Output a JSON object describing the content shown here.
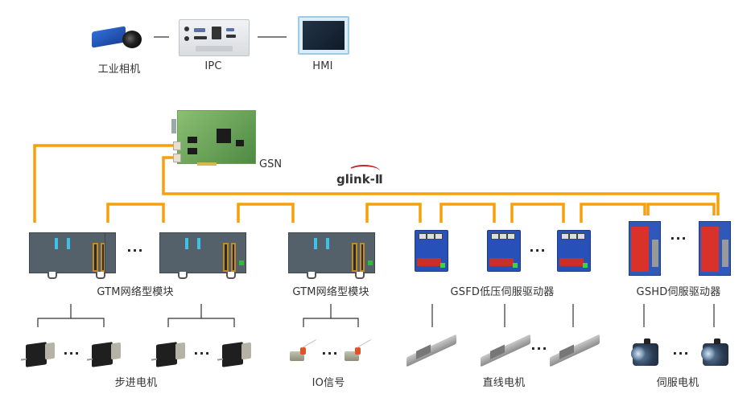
{
  "diagram": {
    "title": "glink-II network topology",
    "wire_color": "#F5A00C",
    "thin_line_color": "#333333",
    "top_row": {
      "devices": [
        {
          "id": "camera",
          "label": "工业相机"
        },
        {
          "id": "ipc",
          "label": "IPC"
        },
        {
          "id": "hmi",
          "label": "HMI"
        }
      ]
    },
    "controller": {
      "label": "GSN"
    },
    "bus_logo": {
      "text": "glink-Ⅱ",
      "arc_color": "#C0272D"
    },
    "module_groups": [
      {
        "id": "gtm-group-1",
        "label": "GTM网络型模块",
        "ellipsis": "···"
      },
      {
        "id": "gtm-group-2",
        "label": "GTM网络型模块"
      },
      {
        "id": "gsfd-group",
        "label": "GSFD低压伺服驱动器",
        "ellipsis": "···"
      },
      {
        "id": "gshd-group",
        "label": "GSHD伺服驱动器",
        "ellipsis": "···"
      }
    ],
    "endpoint_groups": [
      {
        "id": "stepper",
        "label": "步进电机",
        "ellipsis": "···"
      },
      {
        "id": "io",
        "label": "IO信号",
        "ellipsis": "···"
      },
      {
        "id": "linear",
        "label": "直线电机",
        "ellipsis": "···"
      },
      {
        "id": "servo-motor",
        "label": "伺服电机",
        "ellipsis": "···"
      }
    ]
  }
}
